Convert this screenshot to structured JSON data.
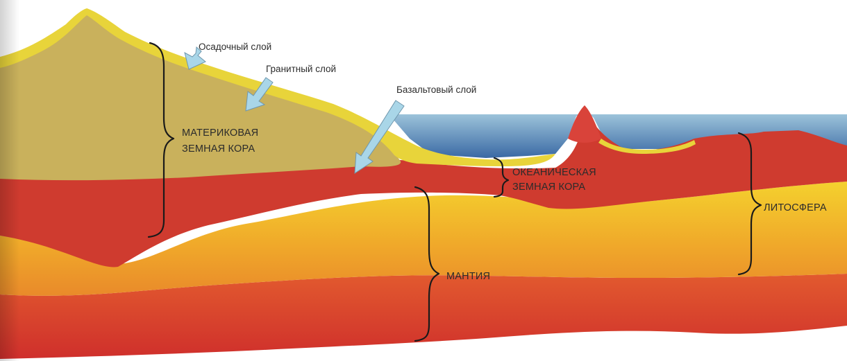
{
  "diagram": {
    "labels": {
      "sedimentary": "Осадочный слой",
      "granite": "Гранитный слой",
      "basalt": "Базальтовый слой",
      "continental_line1": "МАТЕРИКОВАЯ",
      "continental_line2": "ЗЕМНАЯ КОРА",
      "oceanic_line1": "ОКЕАНИЧЕСКАЯ",
      "oceanic_line2": "ЗЕМНАЯ КОРА",
      "lithosphere": "ЛИТОСФЕРА",
      "mantle": "МАНТИЯ"
    },
    "colors": {
      "ocean_top": "#9fc6dc",
      "ocean_bottom": "#2f5f9e",
      "granite": "#c9b15c",
      "sediment": "#e8d43a",
      "basalt": "#cf3b2f",
      "upper_mantle": "#f1c12c",
      "lower_mantle": "#d9432c",
      "arrow": "#a9d6e8"
    }
  }
}
